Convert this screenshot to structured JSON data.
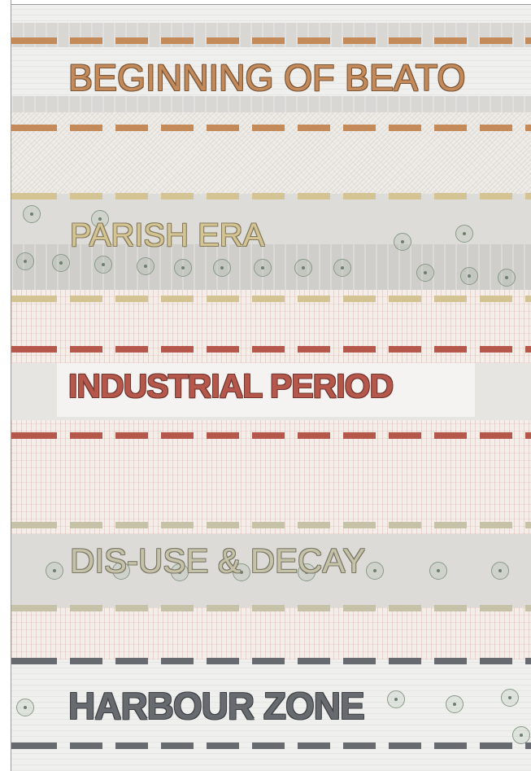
{
  "sections": [
    {
      "label": "BEGINNING OF BEATO",
      "color": "#c48a5a"
    },
    {
      "label": "PARISH ERA",
      "color": "#d5c493"
    },
    {
      "label": "INDUSTRIAL PERIOD",
      "color": "#b6574b"
    },
    {
      "label": "DIS-USE & DECAY",
      "color": "#c5c2a8"
    },
    {
      "label": "HARBOUR ZONE",
      "color": "#676b70"
    }
  ]
}
